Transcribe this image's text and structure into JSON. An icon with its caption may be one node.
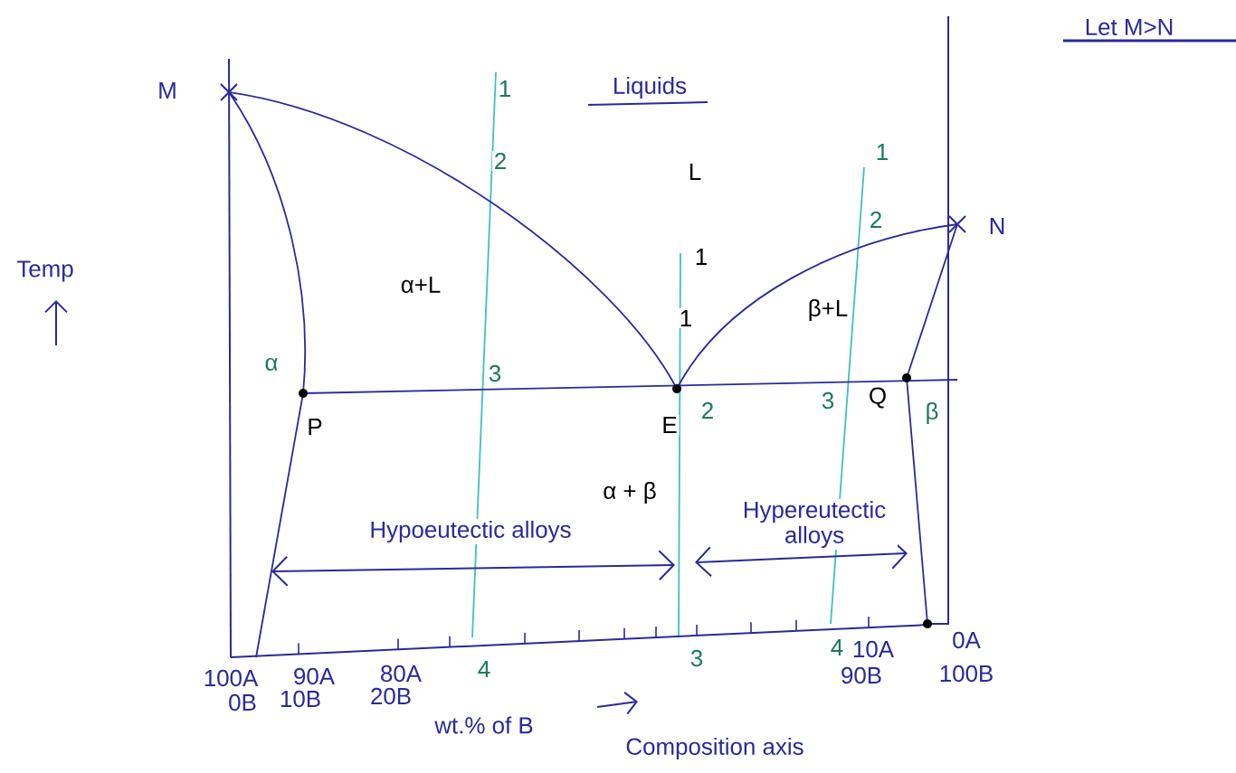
{
  "diagram": {
    "labels": [
      "Let M>N",
      "M",
      "1",
      "Liquids",
      "2",
      "L",
      "1",
      "2",
      "N",
      "1",
      "Temp",
      "α+L",
      "1",
      "β+L",
      "α",
      "3",
      "P",
      "E",
      "2",
      "3",
      "Q",
      "β",
      "α + β",
      "Hypoeutectic alloys",
      "Hypereutectic alloys",
      "100A",
      "90A",
      "80A",
      "4",
      "3",
      "4",
      "10A",
      "0A",
      "0B",
      "10B",
      "20B",
      "90B",
      "100B",
      "wt.% of B",
      "Composition axis"
    ]
  }
}
